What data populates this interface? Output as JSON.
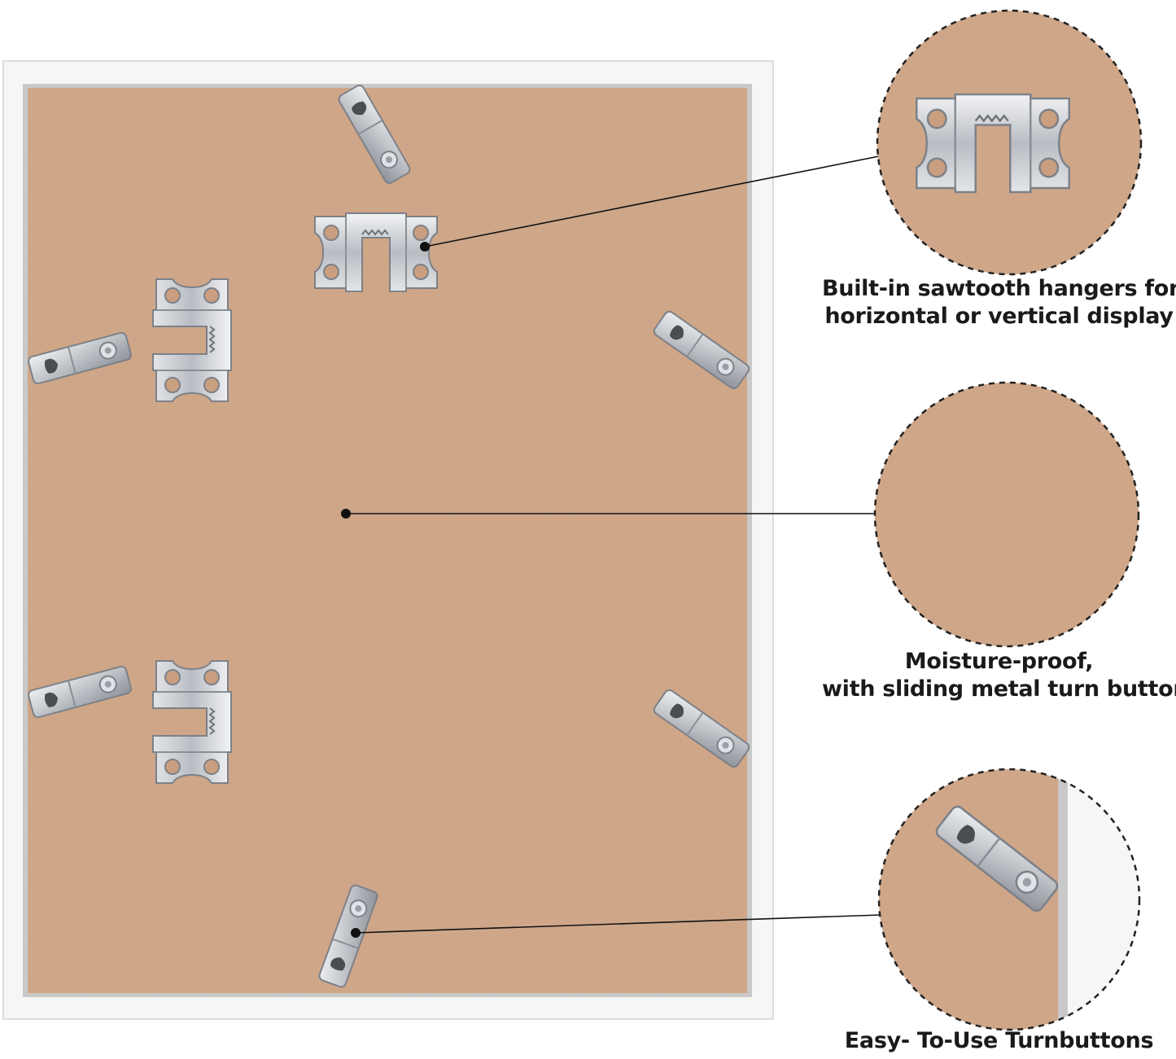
{
  "colors": {
    "background": "#ffffff",
    "frame": "#f6f6f4",
    "frame_inner_edge": "#c9c9c9",
    "backboard": "#d3a98a",
    "backboard_shade": "#c99f80",
    "metal": "#c9ccd0",
    "metal_dark": "#7d8188",
    "leader_line": "#111111",
    "circle_outline": "#222222",
    "caption_text": "#1a1a1a"
  },
  "callouts": [
    {
      "id": "sawtooth-hanger",
      "icon": "sawtooth-hanger-icon",
      "caption_lines": [
        "Built-in sawtooth hangers for",
        "horizontal or vertical display"
      ]
    },
    {
      "id": "moisture-proof-backboard",
      "icon": "backboard-texture-icon",
      "caption_lines": [
        "Moisture-proof,",
        "with sliding metal turn button"
      ]
    },
    {
      "id": "turnbutton",
      "icon": "turnbutton-clip-icon",
      "caption_lines": [
        "Easy- To-Use Turnbuttons"
      ]
    }
  ]
}
